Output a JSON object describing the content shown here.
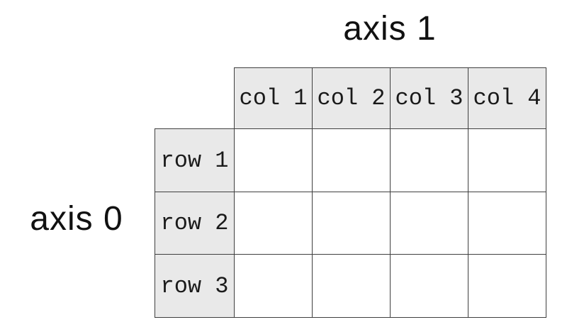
{
  "diagram": {
    "axis1_label": "axis 1",
    "axis0_label": "axis 0",
    "table": {
      "col_headers": [
        "col 1",
        "col 2",
        "col 3",
        "col 4"
      ],
      "row_headers": [
        "row 1",
        "row 2",
        "row 3"
      ],
      "num_data_rows": 3,
      "num_data_cols": 4,
      "cell_values": [
        [
          "",
          "",
          "",
          ""
        ],
        [
          "",
          "",
          "",
          ""
        ],
        [
          "",
          "",
          "",
          ""
        ]
      ]
    },
    "colors": {
      "background": "#ffffff",
      "header_bg": "#e9e9e9",
      "border": "#3f3f3f",
      "header_text": "#1a1a1a",
      "axis_label_text": "#111111"
    }
  }
}
